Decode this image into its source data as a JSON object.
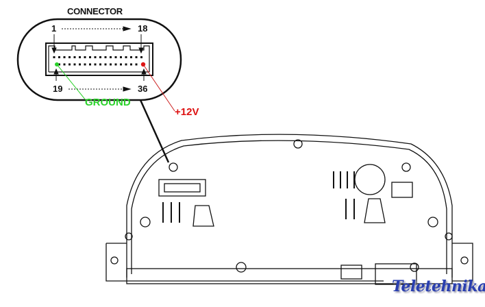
{
  "diagram": {
    "title": "CONNECTOR",
    "pins": {
      "first_top": "1",
      "last_top": "18",
      "first_bottom": "19",
      "last_bottom": "36"
    },
    "labels": {
      "ground": "GROUND",
      "power": "+12V"
    },
    "colors": {
      "ground": "#2bd12b",
      "power": "#dd1111",
      "line": "#111111"
    },
    "watermark": "Teletehnika"
  }
}
